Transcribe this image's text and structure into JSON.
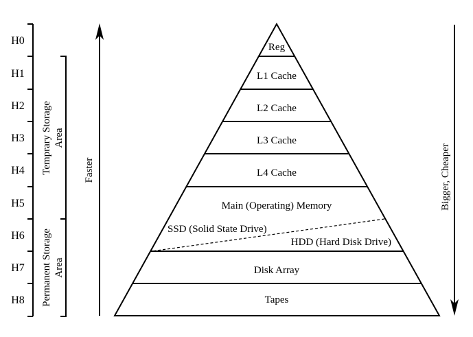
{
  "levels": [
    "H0",
    "H1",
    "H2",
    "H3",
    "H4",
    "H5",
    "H6",
    "H7",
    "H8"
  ],
  "tiers": {
    "reg": "Reg",
    "l1": "L1 Cache",
    "l2": "L2 Cache",
    "l3": "L3 Cache",
    "l4": "L4 Cache",
    "main": "Main (Operating) Memory",
    "ssd": "SSD (Solid State Drive)",
    "hdd": "HDD (Hard Disk Drive)",
    "disk_array": "Disk Array",
    "tapes": "Tapes"
  },
  "brackets": {
    "temporary_line1": "Temprary Storage",
    "temporary_line2": "Area",
    "permanent_line1": "Permanent Storage",
    "permanent_line2": "Area"
  },
  "arrows": {
    "faster": "Faster",
    "bigger_cheaper": "Bigger, Cheaper"
  }
}
